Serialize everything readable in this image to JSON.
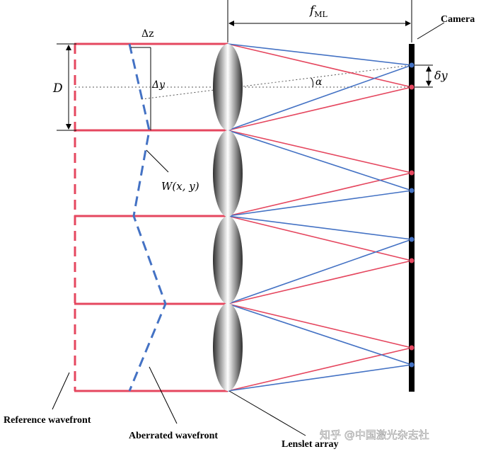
{
  "labels": {
    "focal_length": "f",
    "focal_length_sub": "ML",
    "camera": "Camera",
    "delta_z": "Δz",
    "delta_y": "Δy",
    "diameter": "D",
    "alpha": "α",
    "spot_shift": "δy",
    "wavefront_func": "W(x, y)",
    "reference_wavefront": "Reference wavefront",
    "aberrated_wavefront": "Aberrated wavefront",
    "lenslet_array": "Lenslet array",
    "watermark": "知乎 @中国激光杂志社"
  },
  "colors": {
    "reference": "#e5475f",
    "aberrated": "#4472c4",
    "camera": "#000000",
    "annotation": "#000000"
  }
}
